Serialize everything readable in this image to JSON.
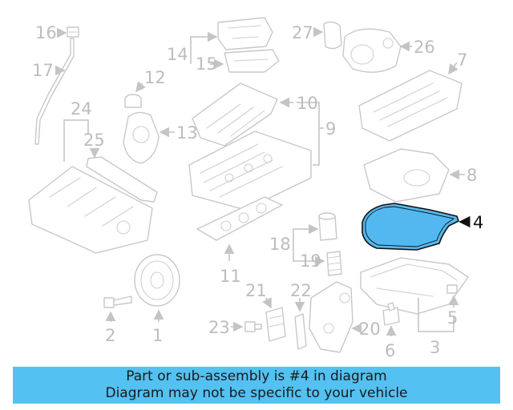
{
  "diagram": {
    "labels": {
      "l1": "1",
      "l2": "2",
      "l3": "3",
      "l4": "4",
      "l5": "5",
      "l6": "6",
      "l7": "7",
      "l8": "8",
      "l9": "9",
      "l10": "10",
      "l11": "11",
      "l12": "12",
      "l13": "13",
      "l14": "14",
      "l15": "15",
      "l16": "16",
      "l17": "17",
      "l18": "18",
      "l19": "19",
      "l20": "20",
      "l21": "21",
      "l22": "22",
      "l23": "23",
      "l24": "24",
      "l25": "25",
      "l26": "26",
      "l27": "27"
    },
    "highlight_color": "#53b8f0",
    "label_color": "#bdbdbd"
  },
  "caption": {
    "line1": "Part or sub-assembly is #4 in diagram",
    "line2": "Diagram may not be specific to your vehicle",
    "background": "#53c1f1"
  }
}
